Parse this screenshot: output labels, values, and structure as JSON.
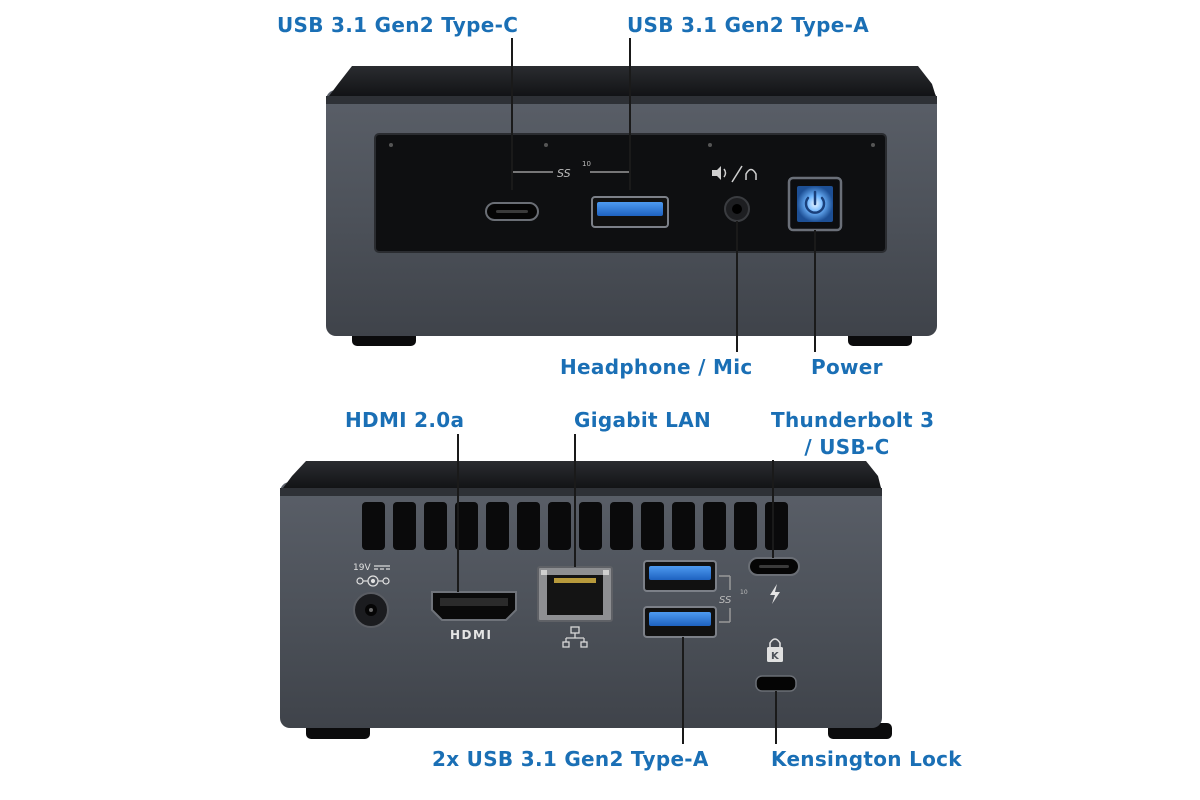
{
  "labels": {
    "usb_typec": "USB 3.1 Gen2 Type-C",
    "usb_typea": "USB 3.1 Gen2 Type-A",
    "headphone_mic": "Headphone / Mic",
    "power": "Power",
    "hdmi": "HDMI 2.0a",
    "gigabit_lan": "Gigabit LAN",
    "thunderbolt_line1": "Thunderbolt 3",
    "thunderbolt_line2": "/ USB-C",
    "usb_2x_typea": "2x USB 3.1 Gen2 Type-A",
    "kensington_lock": "Kensington Lock"
  },
  "device_markings": {
    "dc_voltage": "19V",
    "hdmi_logo": "HDMI",
    "superspeed": "SS",
    "superspeed_rate": "10"
  },
  "colors": {
    "callout_text": "#1a6fb5",
    "leader_line": "#1a1a1a",
    "chassis": "#4d525a",
    "chassis_dark": "#3a3e45",
    "lid": "#16171a",
    "panel": "#0e0f11",
    "usb_blue": "#2a7ad9",
    "power_glow": "#2a8cf0"
  }
}
